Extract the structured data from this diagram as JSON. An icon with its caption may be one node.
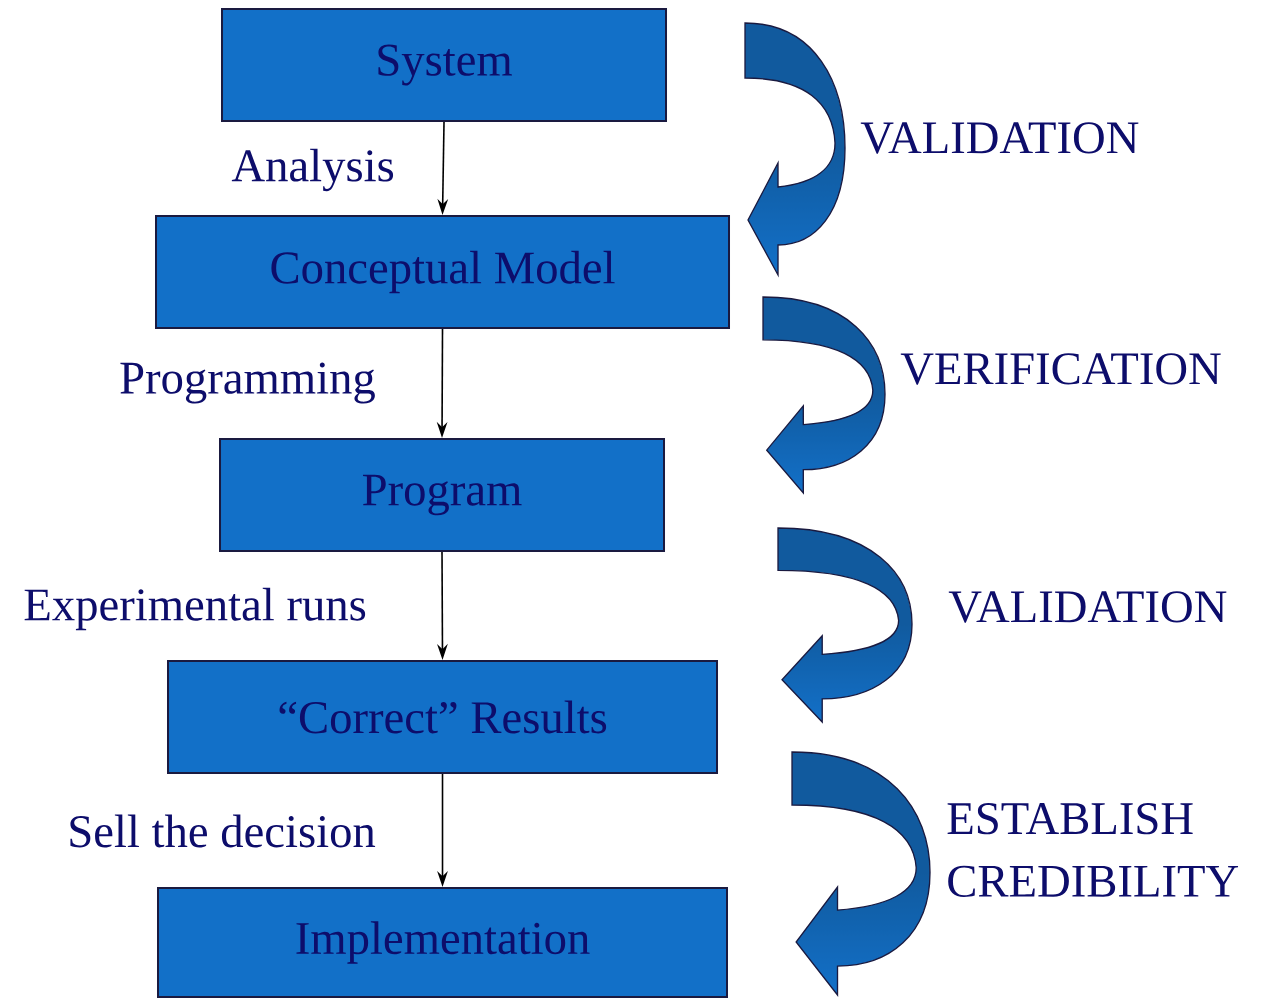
{
  "diagram": {
    "nodes": [
      {
        "text": [
          "System"
        ]
      },
      {
        "text": [
          "Conceptual Model"
        ]
      },
      {
        "text": [
          "Program"
        ]
      },
      {
        "text": [
          "“Correct” Results"
        ]
      },
      {
        "text": [
          "Implementation"
        ]
      }
    ],
    "edges": [
      {
        "from": 0,
        "to": 1,
        "arrow": "to",
        "label": "Analysis"
      },
      {
        "from": 1,
        "to": 2,
        "arrow": "to",
        "label": "Programming"
      },
      {
        "from": 2,
        "to": 3,
        "arrow": "to",
        "label": "Experimental runs"
      },
      {
        "from": 3,
        "to": 4,
        "arrow": "to",
        "label": "Sell the decision"
      }
    ],
    "labels": [
      "VALIDATION",
      "VERIFICATION",
      "VALIDATION",
      "ESTABLISH CREDIBILITY"
    ]
  }
}
